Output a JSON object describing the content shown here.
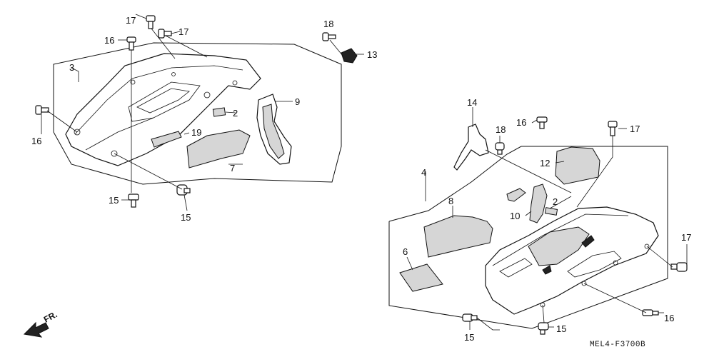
{
  "callouts": {
    "c17a": "17",
    "c16a": "16",
    "c17b": "17",
    "c18a": "18",
    "c13": "13",
    "c3": "3",
    "c9": "9",
    "c2a": "2",
    "c16b": "16",
    "c19": "19",
    "c7": "7",
    "c15a": "15",
    "c15b": "15",
    "c14": "14",
    "c18b": "18",
    "c16c": "16",
    "c17c": "17",
    "c12": "12",
    "c4": "4",
    "c8": "8",
    "c2b": "2",
    "c10": "10",
    "c6": "6",
    "c17d": "17",
    "c16d": "16",
    "c15c": "15",
    "c15d": "15"
  },
  "direction_label": "FR.",
  "diagram_code": "MEL4-F3700B"
}
